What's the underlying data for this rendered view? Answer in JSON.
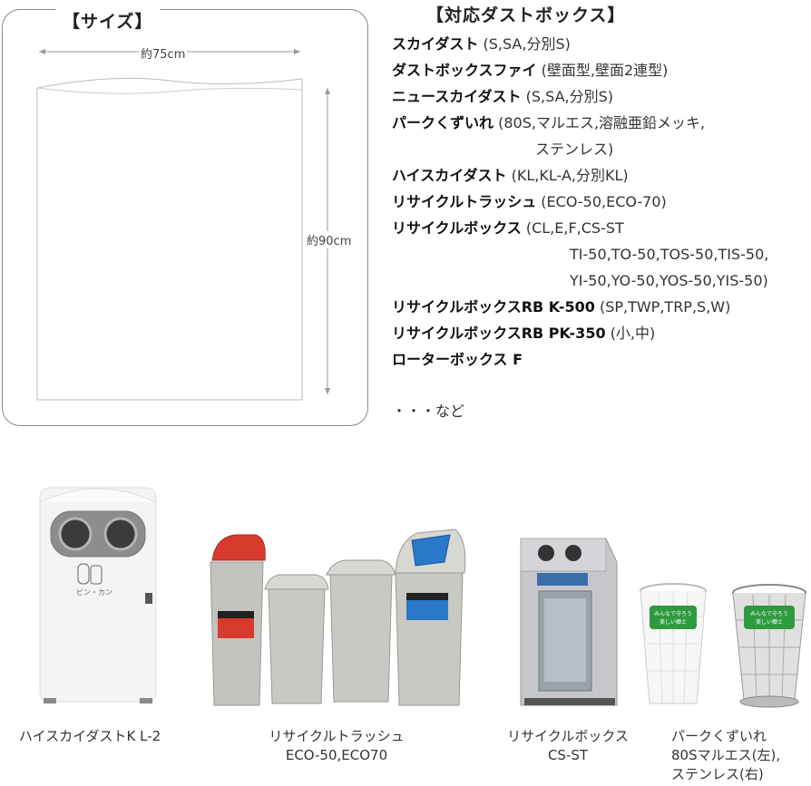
{
  "size_section": {
    "title": "【サイズ】",
    "width_label": "約75cm",
    "height_label": "約90cm"
  },
  "compat_section": {
    "title": "【対応ダストボックス】",
    "items": [
      {
        "name": "スカイダスト",
        "note": "(S,SA,分別S)"
      },
      {
        "name": "ダストボックスファイ",
        "note": "(壁面型,壁面2連型)"
      },
      {
        "name": "ニュースカイダスト",
        "note": "(S,SA,分別S)"
      },
      {
        "name": "パークくずいれ",
        "note": "(80S,マルエス,溶融亜鉛メッキ,",
        "cont": "ステンレス)"
      },
      {
        "name": "ハイスカイダスト",
        "note": "(KL,KL-A,分別KL)"
      },
      {
        "name": "リサイクルトラッシュ",
        "note": "(ECO-50,ECO-70)"
      },
      {
        "name": "リサイクルボックス",
        "note": "(CL,E,F,CS-ST",
        "cont": "TI-50,TO-50,TOS-50,TIS-50,",
        "cont2": "YI-50,YO-50,YOS-50,YIS-50)"
      },
      {
        "name": "リサイクルボックスRB K-500",
        "note": "(SP,TWP,TRP,S,W)"
      },
      {
        "name": "リサイクルボックスRB PK-350",
        "note": "(小,中)"
      },
      {
        "name": "ローターボックス F",
        "note": ""
      }
    ],
    "etc": "・・・など"
  },
  "products": [
    {
      "caption_line1": "ハイスカイダストK L-2",
      "caption_line2": "",
      "label_text": "ビン・カン"
    },
    {
      "caption_line1": "リサイクルトラッシュ",
      "caption_line2": "ECO-50,ECO70"
    },
    {
      "caption_line1": "リサイクルボックス",
      "caption_line2": "CS-ST"
    },
    {
      "caption_line1": "パークくずいれ",
      "caption_line2": "80Sマルエス(左),",
      "caption_line3": "ステンレス(右)",
      "sign_text_1": "みんなで守ろう",
      "sign_text_2": "美しい郷土"
    }
  ],
  "colors": {
    "lid_red": "#d83a2e",
    "lid_blue": "#2a78c8",
    "bin_gray": "#c9c8c2",
    "sign_green": "#2e9a3e"
  }
}
